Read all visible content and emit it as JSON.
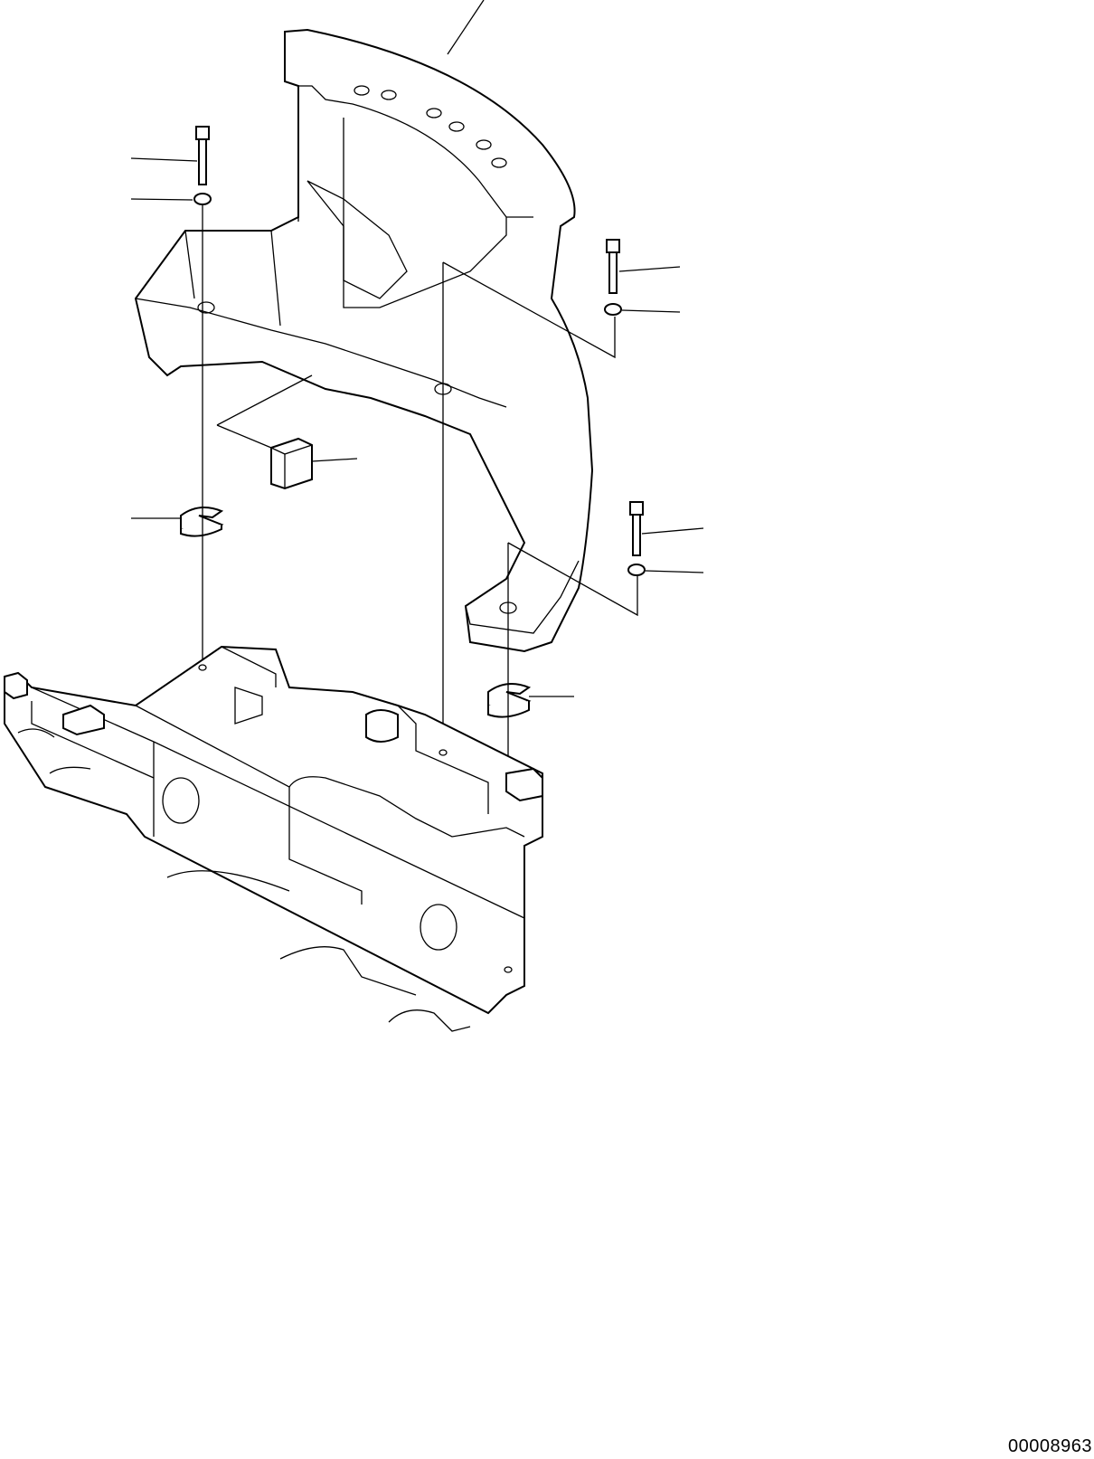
{
  "figure_id": "00008963",
  "colors": {
    "line": "#000000",
    "background": "#ffffff"
  },
  "parts": [
    "counterweight",
    "bolt",
    "washer",
    "shim",
    "stopper-block",
    "revolving-frame"
  ]
}
